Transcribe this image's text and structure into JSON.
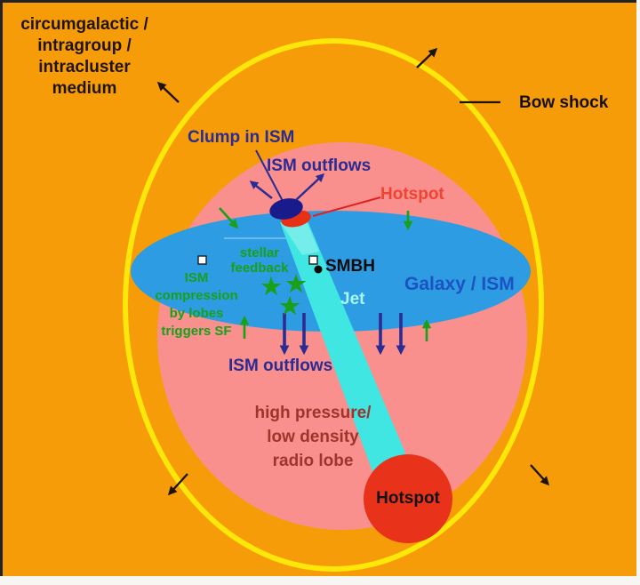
{
  "figure": {
    "background_color": "#f69c08",
    "frame_border_color": "#222222",
    "outer_margin_color": "#f7f6f2"
  },
  "labels": {
    "cgm": {
      "lines": [
        "circumgalactic /",
        "intragroup /",
        "intracluster",
        "medium"
      ],
      "color": "#201405"
    },
    "bow_shock": {
      "text": "Bow shock",
      "color": "#160f05"
    },
    "clump": {
      "text": "Clump in ISM",
      "color": "#2b2b91"
    },
    "ism_outflows_top": {
      "text": "ISM outflows",
      "color": "#2b2b91"
    },
    "hotspot_top": {
      "text": "Hotspot",
      "color": "#ee4434"
    },
    "smbh": {
      "text": "SMBH",
      "color": "#0c0c0c"
    },
    "galaxy_ism": {
      "text": "Galaxy / ISM",
      "color": "#1c53c3"
    },
    "jet": {
      "text": "Jet",
      "color": "#a6f7f5"
    },
    "stellar_feedback": {
      "lines": [
        "stellar",
        "feedback"
      ],
      "color": "#19a019"
    },
    "ism_compression": {
      "lines": [
        "ISM",
        "compression",
        "by lobes",
        "triggers SF"
      ],
      "color": "#19a019"
    },
    "ism_outflows_bottom": {
      "text": "ISM outflows",
      "color": "#2b2b91"
    },
    "radio_lobe": {
      "lines": [
        "high pressure/",
        "low density",
        "radio lobe"
      ],
      "color": "#9e342b"
    },
    "hotspot_bottom": {
      "text": "Hotspot",
      "color": "#131313"
    }
  },
  "shapes": {
    "bow_shock_ellipse_color": "#ffe70a",
    "radio_lobe_fill": "#f9908d",
    "galaxy_fill": "#2d9ce2",
    "jet_fill": "#40e6e2",
    "clump_fill": "#191b8d",
    "hotspot_fill": "#e8321a",
    "arrow_navy": "#2b2b91",
    "arrow_green": "#19a019",
    "arrow_black": "#1d1307",
    "pointer_red": "#e02020"
  },
  "icons": {
    "star_glyph": "★"
  }
}
